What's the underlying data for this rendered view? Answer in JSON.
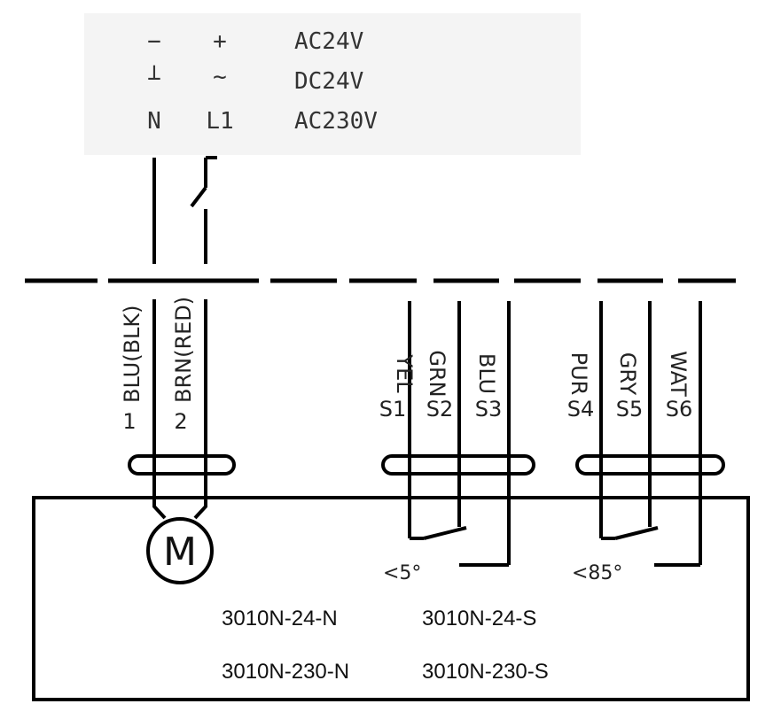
{
  "supply": {
    "col_neg": [
      "−",
      "⊥",
      "N"
    ],
    "col_pos": [
      "+",
      "~",
      "L1"
    ],
    "col_voltage": [
      "AC24V",
      "DC24V",
      "AC230V"
    ]
  },
  "motor_wires": [
    {
      "color": "BLU(BLK)",
      "terminal": "1"
    },
    {
      "color": "BRN(RED)",
      "terminal": "2"
    }
  ],
  "switch_wires": [
    {
      "color": "YEL",
      "terminal": "S1"
    },
    {
      "color": "GRN",
      "terminal": "S2"
    },
    {
      "color": "BLU",
      "terminal": "S3"
    },
    {
      "color": "PUR",
      "terminal": "S4"
    },
    {
      "color": "GRY",
      "terminal": "S5"
    },
    {
      "color": "WAT",
      "terminal": "S6"
    }
  ],
  "motor_symbol": "M",
  "switch_angles": [
    "<5°",
    "<85°"
  ],
  "models": [
    "3010N-24-N",
    "3010N-24-S",
    "3010N-230-N",
    "3010N-230-S"
  ]
}
